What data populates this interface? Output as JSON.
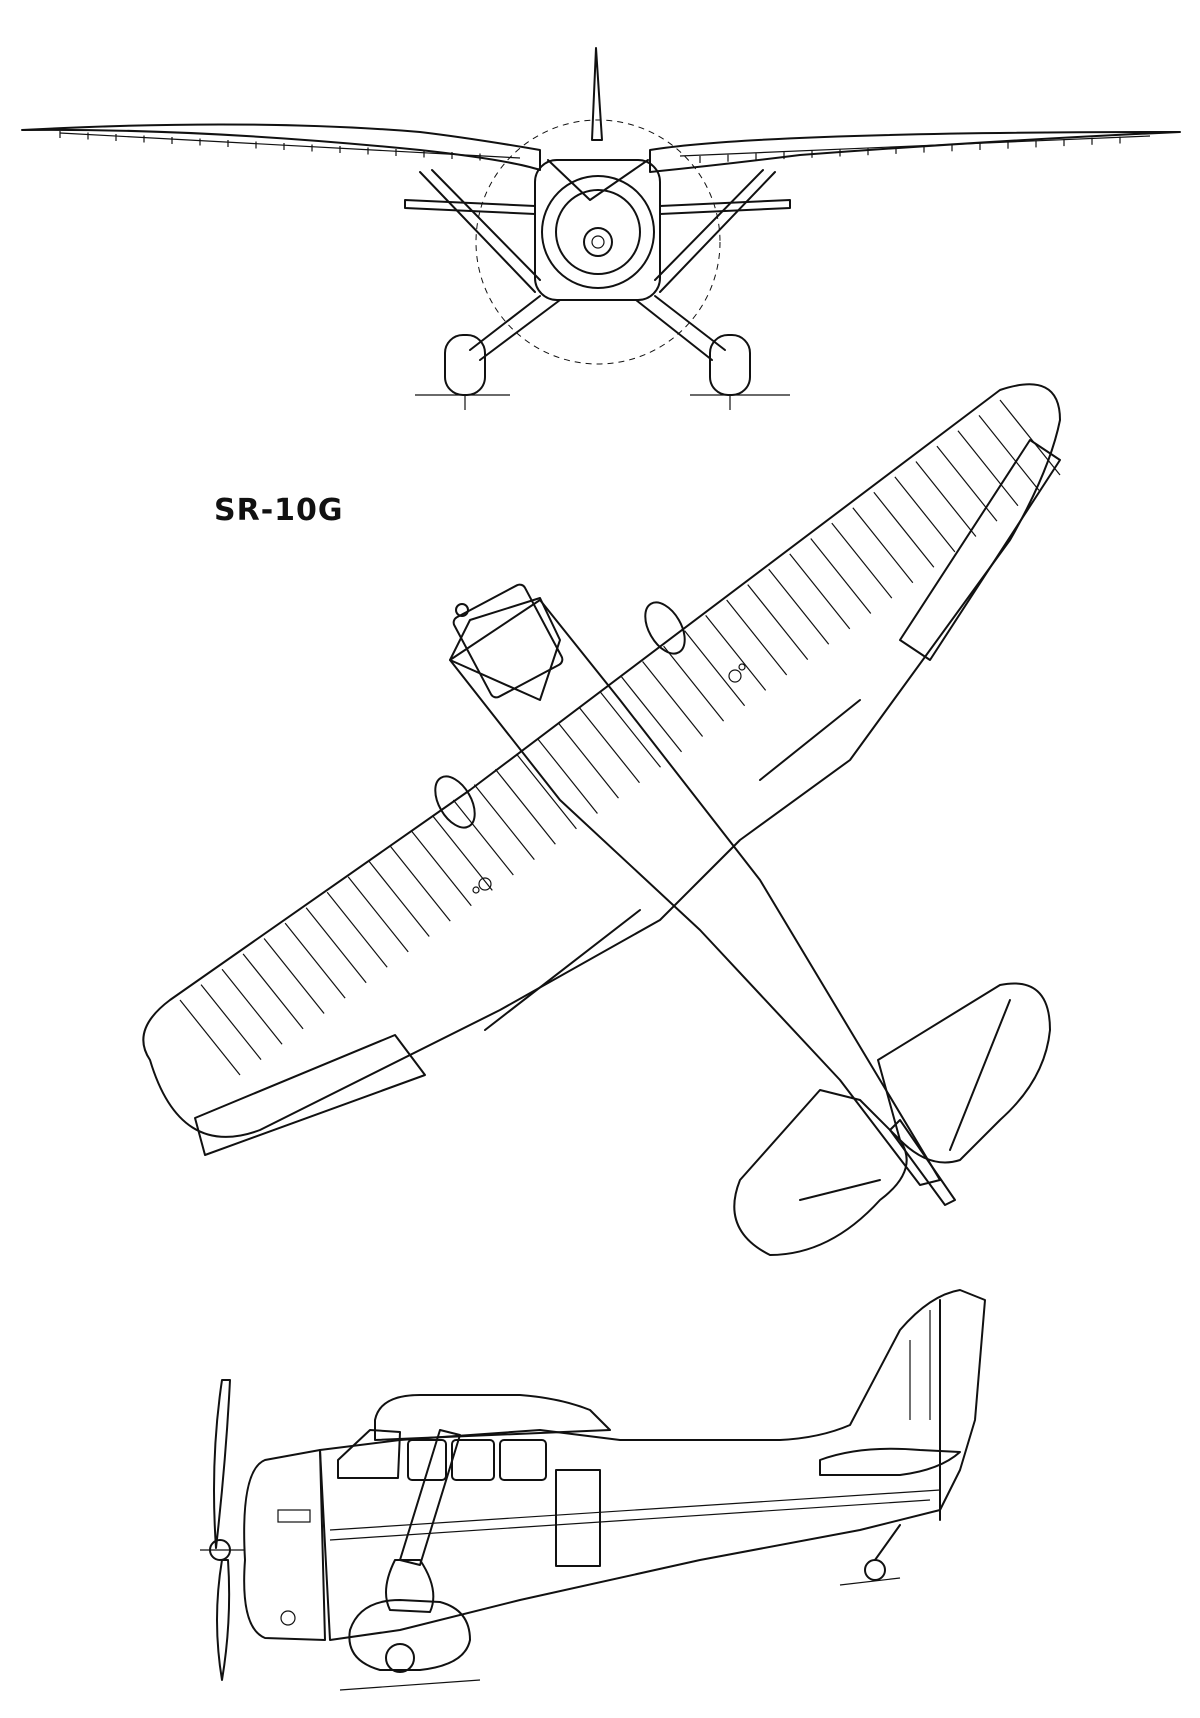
{
  "drawing": {
    "designation": "SR-10G",
    "views": [
      "front-view",
      "top-view",
      "side-view"
    ]
  }
}
